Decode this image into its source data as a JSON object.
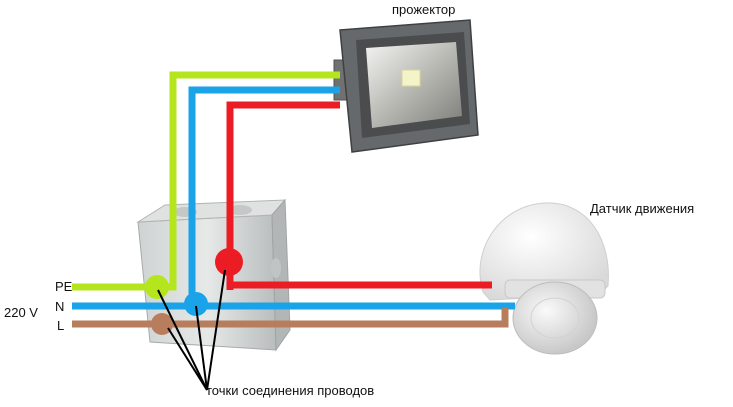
{
  "labels": {
    "projector": "прожектор",
    "motion_sensor": "Датчик движения",
    "voltage": "220 V",
    "pe": "PE",
    "n": "N",
    "l": "L",
    "connection_points": "точки соединения проводов"
  },
  "colors": {
    "pe_wire": "#b5e61d",
    "n_wire": "#1aa3e8",
    "l_wire": "#b87d5c",
    "phase_wire": "#ec1c24",
    "pointer_lines": "#000000"
  }
}
